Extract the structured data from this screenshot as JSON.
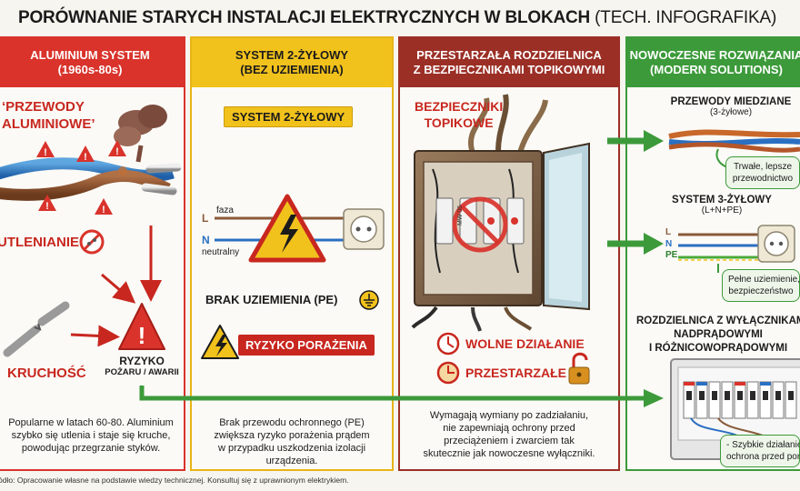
{
  "title": {
    "main": "PORÓWNANIE STARYCH INSTALACJI ELEKTRYCZNYCH W BLOKACH",
    "sub": "(TECH. INFOGRAFIKA)"
  },
  "panel1": {
    "heading1": "ALUMINIUM SYSTEM",
    "heading2": "(1960s-80s)",
    "wire_label1": "‘PRZEWODY",
    "wire_label2": "ALUMINIOWE’",
    "oxidation": "UTLENIANIE",
    "brittleness": "KRUCHOŚĆ",
    "risk1": "RYZYKO",
    "risk2": "POŻARU / AWARII",
    "desc": [
      "Popularne w latach 60-80. Aluminium",
      "szybko się utlenia i staje się kruche,",
      "powodując przegrzanie styków."
    ]
  },
  "panel2": {
    "heading1": "SYSTEM 2-ŻYŁOWY",
    "heading2": "(BEZ UZIEMIENIA)",
    "badge": "SYSTEM 2-ŻYŁOWY",
    "faza": "faza",
    "L": "L",
    "N": "N",
    "neutralny": "neutralny",
    "no_ground": "BRAK UZIEMIENIA (PE)",
    "shock": "RYZYKO PORAŻENIA",
    "desc": [
      "Brak przewodu ochronnego (PE)",
      "zwiększa ryzyko porażenia prądem",
      "w przypadku uszkodzenia izolacji",
      "urządzenia."
    ]
  },
  "panel3": {
    "heading1": "PRZESTARZAŁA ROZDZIELNICA",
    "heading2": "Z BEZPIECZNIKAMI TOPIKOWYMI",
    "fuse_label1": "BEZPIECZNIKI",
    "fuse_label2": "TOPIKOWE",
    "slow": "WOLNE DZIAŁANIE",
    "outdated": "PRZESTARZAŁE",
    "desc": [
      "Wymagają wymiany po zadziałaniu,",
      "nie zapewniają ochrony przed",
      "przeciążeniem i zwarciem tak",
      "skutecznie jak nowoczesne wyłączniki."
    ]
  },
  "panel4": {
    "heading1": "NOWOCZESNE ROZWIĄZANIA",
    "heading2": "(MODERN SOLUTIONS)",
    "copper1": "PRZEWODY MIEDZIANE",
    "copper2": "(3-żyłowe)",
    "copper_note1": "Trwałe, lepsze",
    "copper_note2": "przewodnictwo",
    "sys3_1": "SYSTEM 3-ŻYŁOWY",
    "sys3_2": "(L+N+PE)",
    "L": "L",
    "N": "N",
    "PE": "PE",
    "ground_note1": "Pełne uziemienie,",
    "ground_note2": "bezpieczeństwo",
    "board1": "ROZDZIELNICA Z WYŁĄCZNIKAMI",
    "board2": "NADPRĄDOWYMI",
    "board3": "I RÓŻNICOWOPRĄDOWYMI",
    "board_note1": "- Szybkie działanie,",
    "board_note2": "ochrona przed porażeniem"
  },
  "fuse_text": "MW 06",
  "footer": "Źródło: Opracowanie własne na podstawie wiedzy technicznej. Konsultuj się z uprawnionym elektrykiem.",
  "colors": {
    "red": "#d9332b",
    "yellow": "#f2c21c",
    "brown": "#9b2f26",
    "green": "#3c9a3a"
  }
}
